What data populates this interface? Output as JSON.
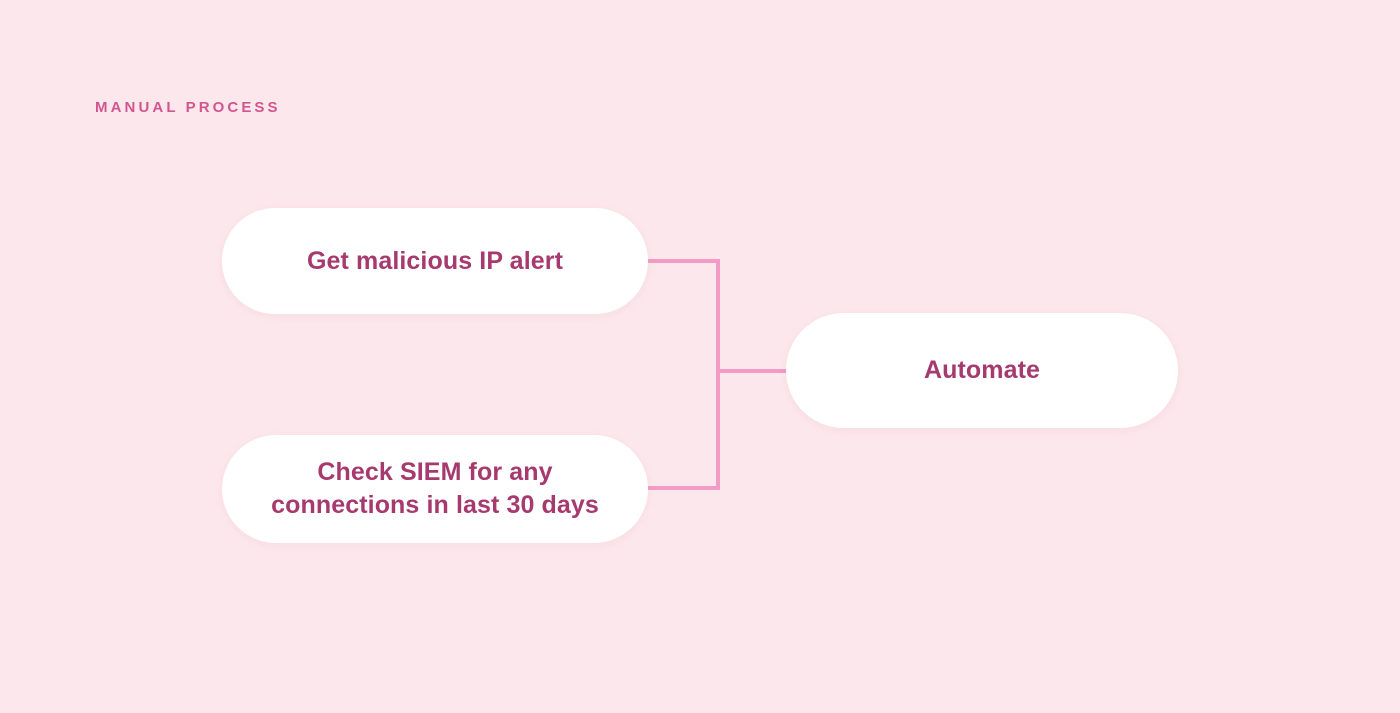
{
  "page": {
    "background_color": "#fce8ec",
    "heading": "MANUAL PROCESS",
    "heading_color": "#d1568f",
    "node_fill": "#ffffff",
    "node_text_color": "#a63a6e",
    "connector_color": "#f29bc4"
  },
  "diagram": {
    "type": "flowchart",
    "nodes": [
      {
        "id": "alert",
        "label": "Get malicious IP alert"
      },
      {
        "id": "siem",
        "label": "Check SIEM for any connections in last 30 days"
      },
      {
        "id": "automate",
        "label": "Automate"
      }
    ],
    "edges": [
      {
        "from": "alert",
        "to": "automate"
      },
      {
        "from": "siem",
        "to": "automate"
      }
    ]
  }
}
